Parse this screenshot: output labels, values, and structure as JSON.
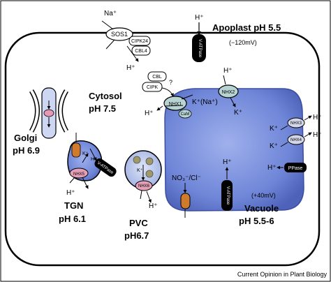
{
  "compartments": {
    "apoplast": "Apoplast pH 5.5",
    "apoplast_potential": "(−120mV)",
    "cytosol_line1": "Cytosol",
    "cytosol_line2": "pH 7.5",
    "golgi_line1": "Golgi",
    "golgi_line2": "pH 6.9",
    "tgn_line1": "TGN",
    "tgn_line2": "pH 6.1",
    "pvc_line1": "PVC",
    "pvc_line2": "pH6.7",
    "vacuole_line1": "Vacuole",
    "vacuole_line2": "pH 5.5-6",
    "vacuole_potential": "(+40mV)"
  },
  "proteins": {
    "sos1": "SOS1",
    "cipk24": "CIPK24",
    "cbl4": "CBL4",
    "v_atpase": "V-ATPase",
    "cbl": "CBL",
    "cipk": "CIPK",
    "question": "?",
    "nhx1": "NHX1",
    "cam": "CaM",
    "nhx2": "NHX2",
    "nhx3": "NHX3",
    "nhx4": "NHX4",
    "ppase": "PPase",
    "nhx5": "NHX5",
    "nhx6": "NHX6"
  },
  "ions": {
    "na": "Na⁺",
    "h": "H⁺",
    "k": "K⁺",
    "k_na": "K⁺(Na⁺)",
    "no3_cl": "NO₃⁻/Cl⁻"
  },
  "credit": "Current Opinion in Plant Biology",
  "colors": {
    "vacuole_fill": "#6f86d8",
    "vacuole_edge": "#4d62b8",
    "vesicle_fill": "#b9c6ef",
    "nhx_fill": "#c8cde8",
    "orange": "#d07b2c",
    "black": "#000000"
  }
}
